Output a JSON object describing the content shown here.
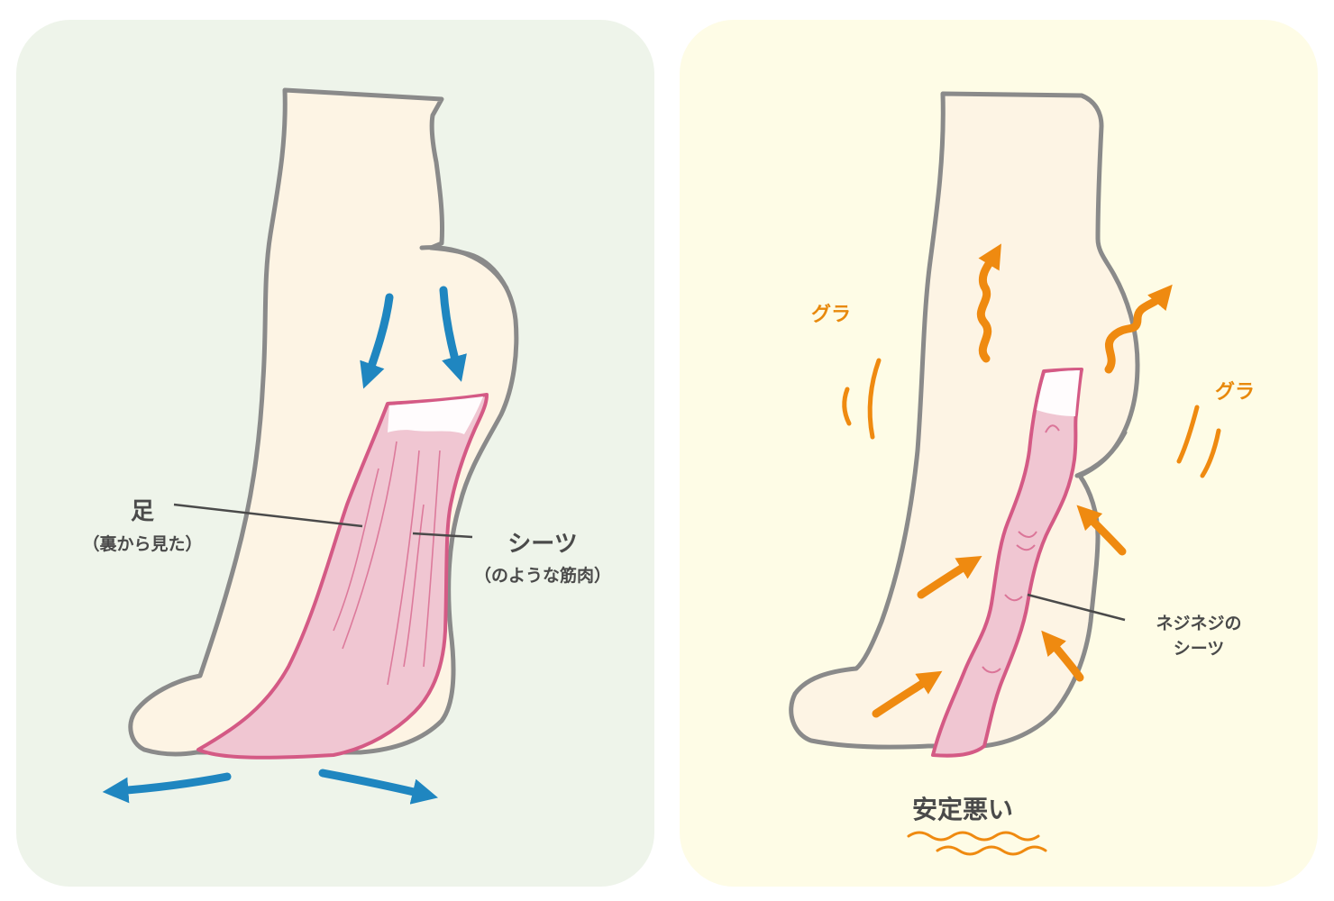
{
  "left_panel": {
    "foot_label": "足",
    "foot_sublabel": "（裏から見た）",
    "sheet_label": "シーツ",
    "sheet_sublabel": "（のような筋肉）"
  },
  "right_panel": {
    "gura_left": "グラ",
    "gura_right": "グラ",
    "twisted_label_line1": "ネジネジの",
    "twisted_label_line2": "シーツ",
    "unstable_label": "安定悪い"
  },
  "colors": {
    "left_bg": "#eef4ea",
    "right_bg": "#fefce6",
    "skin": "#fdf4e4",
    "outline": "#8a8a8a",
    "muscle_fill": "#f0c6d2",
    "muscle_stroke": "#d45a85",
    "blue_arrow": "#1f86c0",
    "orange_arrow": "#ef8a10",
    "text": "#4a4a4a"
  }
}
